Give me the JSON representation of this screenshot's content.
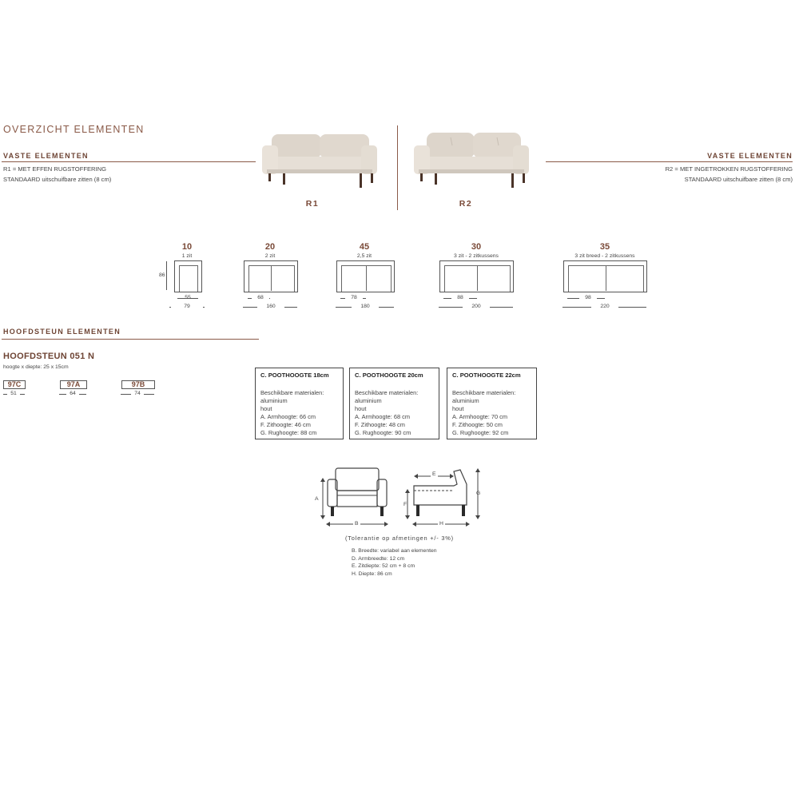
{
  "header": {
    "overview_title": "OVERZICHT ELEMENTEN"
  },
  "left_block": {
    "title": "VASTE ELEMENTEN",
    "line1": "R1 = MET EFFEN RUGSTOFFERING",
    "line2": "STANDAARD uitschuifbare zitten (8 cm)"
  },
  "right_block": {
    "title": "VASTE ELEMENTEN",
    "line1": "R2 = MET INGETROKKEN RUGSTOFFERING",
    "line2": "STANDAARD uitschuifbare zitten (8 cm)"
  },
  "sofas": [
    {
      "label": "R1"
    },
    {
      "label": "R2"
    }
  ],
  "elements": [
    {
      "num": "10",
      "sub": "1 zit",
      "height": "86",
      "seat": "55",
      "width": "79"
    },
    {
      "num": "20",
      "sub": "2 zit",
      "seat": "68",
      "width": "160"
    },
    {
      "num": "45",
      "sub": "2,5 zit",
      "seat": "78",
      "width": "180"
    },
    {
      "num": "30",
      "sub": "3 zit - 2 zitkussens",
      "seat": "88",
      "width": "200"
    },
    {
      "num": "35",
      "sub": "3 zit breed - 2 zitkussens",
      "seat": "98",
      "width": "220"
    }
  ],
  "headrest": {
    "section_title": "HOOFDSTEUN ELEMENTEN",
    "title": "HOOFDSTEUN 051 N",
    "subtitle": "hoogte x diepte: 25 x 15cm",
    "items": [
      {
        "code": "97C",
        "width": "51"
      },
      {
        "code": "97A",
        "width": "64"
      },
      {
        "code": "97B",
        "width": "74"
      }
    ]
  },
  "specs": [
    {
      "title": "C. POOTHOOGTE 18cm",
      "materials": "Beschikbare materialen:",
      "m1": "aluminium",
      "m2": "hout",
      "a": "A. Armhoogte: 66 cm",
      "f": "F. Zithoogte: 46 cm",
      "g": "G. Rughoogte: 88 cm"
    },
    {
      "title": "C. POOTHOOGTE 20cm",
      "materials": "Beschikbare materialen:",
      "m1": "aluminium",
      "m2": "hout",
      "a": "A. Armhoogte: 68 cm",
      "f": "F. Zithoogte: 48 cm",
      "g": "G. Rughoogte: 90 cm"
    },
    {
      "title": "C. POOTHOOGTE 22cm",
      "materials": "Beschikbare materialen:",
      "m1": "aluminium",
      "m2": "hout",
      "a": "A. Armhoogte: 70 cm",
      "f": "F. Zithoogte: 50 cm",
      "g": "G. Rughoogte: 92 cm"
    }
  ],
  "diagram": {
    "labels": {
      "a": "A",
      "b": "B",
      "e": "E",
      "f": "F",
      "g": "G",
      "h": "H"
    },
    "tolerance": "(Tolerantie op afmetingen +/- 3%)",
    "notes": [
      "B. Breedte: variabel aan elementen",
      "D. Armbreedte: 12 cm",
      "E. Zitdiepte: 52 cm + 8 cm",
      "H. Diepte: 86 cm"
    ]
  },
  "colors": {
    "accent": "#7a4a38",
    "sofa": "#e2dbd2",
    "legs": "#4a3328"
  }
}
